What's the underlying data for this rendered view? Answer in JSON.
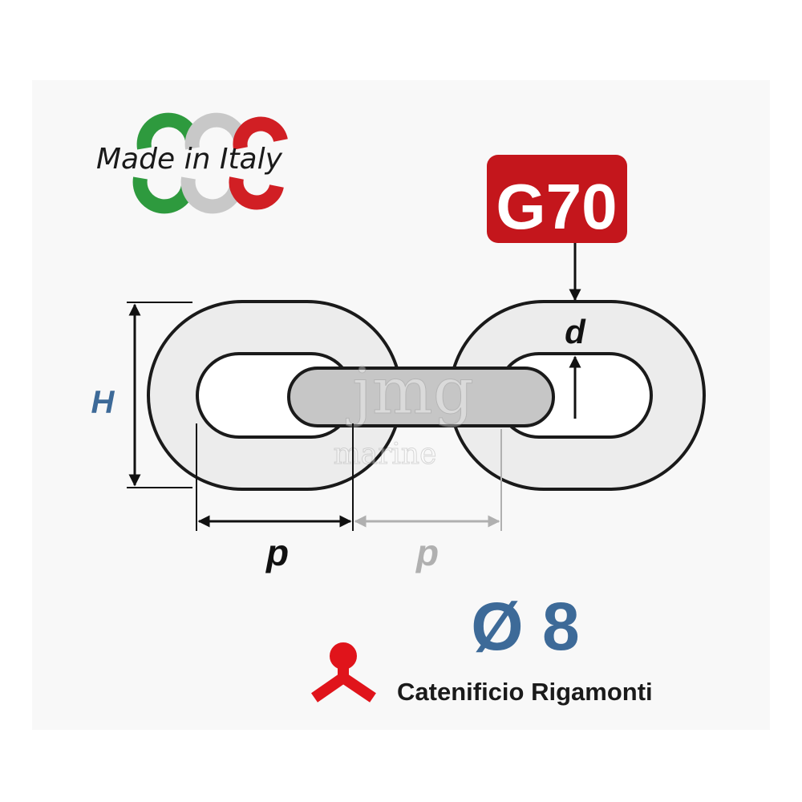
{
  "made_in_italy": {
    "text": "Made in Italy",
    "colors": [
      "#2e9a3e",
      "#c8c8c8",
      "#d11f24"
    ]
  },
  "grade_badge": {
    "text": "G70",
    "color": "#c4161c"
  },
  "dimensions": {
    "height_label": "H",
    "diameter_label": "d",
    "pitch_label": "p",
    "pitch_label_2": "p"
  },
  "size": {
    "text": "Ø 8",
    "color": "#3d6a98"
  },
  "brand": {
    "name": "Catenificio Rigamonti",
    "color": "#e0141b"
  },
  "watermark": {
    "line1": "jmg",
    "line2": "marine"
  }
}
